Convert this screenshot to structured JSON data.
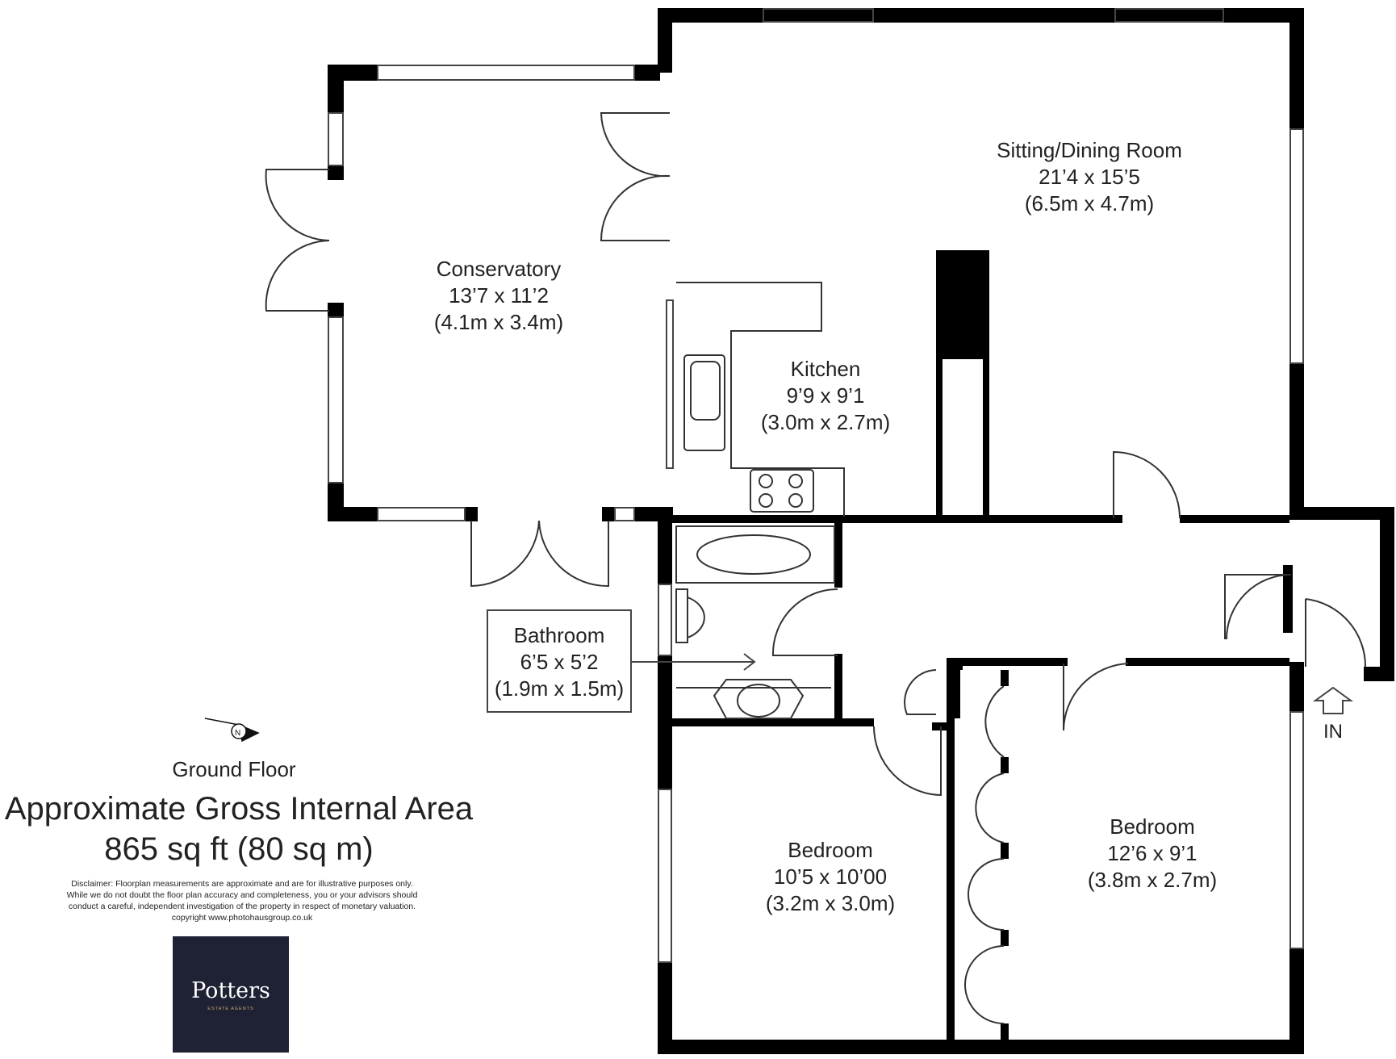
{
  "rooms": {
    "sitting_dining": {
      "name": "Sitting/Dining Room",
      "imperial": "21’4 x 15’5",
      "metric": "(6.5m x 4.7m)"
    },
    "conservatory": {
      "name": "Conservatory",
      "imperial": "13’7 x 11’2",
      "metric": "(4.1m x 3.4m)"
    },
    "kitchen": {
      "name": "Kitchen",
      "imperial": "9’9 x 9’1",
      "metric": "(3.0m x 2.7m)"
    },
    "bathroom": {
      "name": "Bathroom",
      "imperial": "6’5 x 5’2",
      "metric": "(1.9m x 1.5m)"
    },
    "bedroom_1": {
      "name": "Bedroom",
      "imperial": "10’5 x 10’00",
      "metric": "(3.2m x 3.0m)"
    },
    "bedroom_2": {
      "name": "Bedroom",
      "imperial": "12’6 x 9’1",
      "metric": "(3.8m x 2.7m)"
    }
  },
  "entrance": {
    "label": "IN",
    "icon": "up-arrow-icon"
  },
  "compass": {
    "icon": "compass-north-icon",
    "letter": "N"
  },
  "floor_name": "Ground Floor",
  "area_title": "Approximate Gross Internal Area",
  "area_value": "865 sq ft (80 sq m)",
  "disclaimer": [
    "Disclaimer: Floorplan measurements are approximate and are for illustrative purposes only.",
    "While we do not doubt the floor plan accuracy and completeness, you or your advisors should",
    "conduct a careful, independent investigation of the property in respect of monetary valuation.",
    "copyright www.photohausgroup.co.uk"
  ],
  "logo": {
    "name": "Potters",
    "tagline": "ESTATE AGENTS"
  },
  "colors": {
    "wall": "#000000",
    "line": "#444444",
    "logo_bg": "#1f2235",
    "logo_accent": "#c9a96e"
  }
}
